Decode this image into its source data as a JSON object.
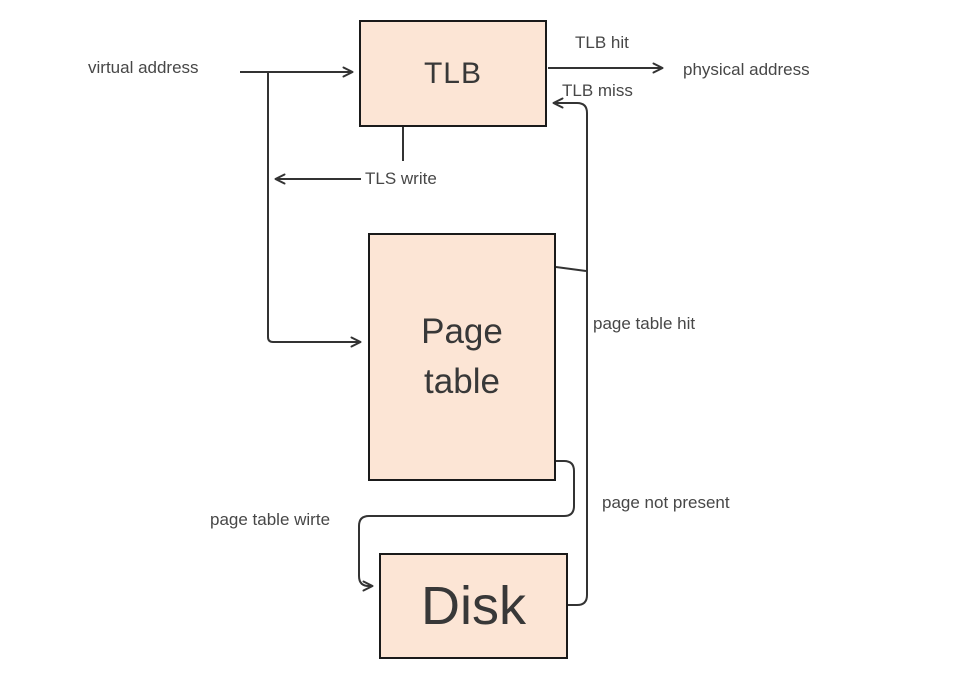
{
  "colors": {
    "background": "#ffffff",
    "box_fill": "#fce5d5",
    "box_border": "#1a1a1a",
    "line": "#333333",
    "label_text": "#474747",
    "box_text": "#383838"
  },
  "nodes": {
    "tlb": "TLB",
    "page_table": "Page table",
    "disk": "Disk"
  },
  "labels": {
    "virtual_address": "virtual address",
    "tlb_hit": "TLB hit",
    "physical_address": "physical address",
    "tlb_miss": "TLB miss",
    "tls_write": "TLS write",
    "page_table_hit": "page table hit",
    "page_not_present": "page not present",
    "page_table_write": "page table wirte"
  }
}
